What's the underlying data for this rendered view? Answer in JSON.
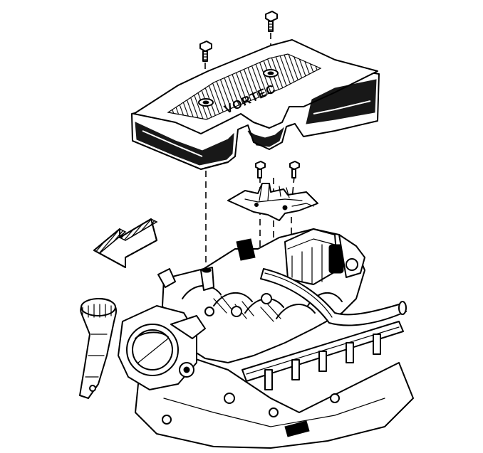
{
  "diagram": {
    "cover_logo_text": "VORTEC",
    "colors": {
      "line": "#000000",
      "background": "#ffffff"
    },
    "parts": [
      "engine-cover",
      "cover-bolt",
      "cover-bracket",
      "bracket-bolt",
      "intake-manifold",
      "throttle-body",
      "oil-filler-neck",
      "fuel-rail",
      "direction-arrow"
    ]
  }
}
